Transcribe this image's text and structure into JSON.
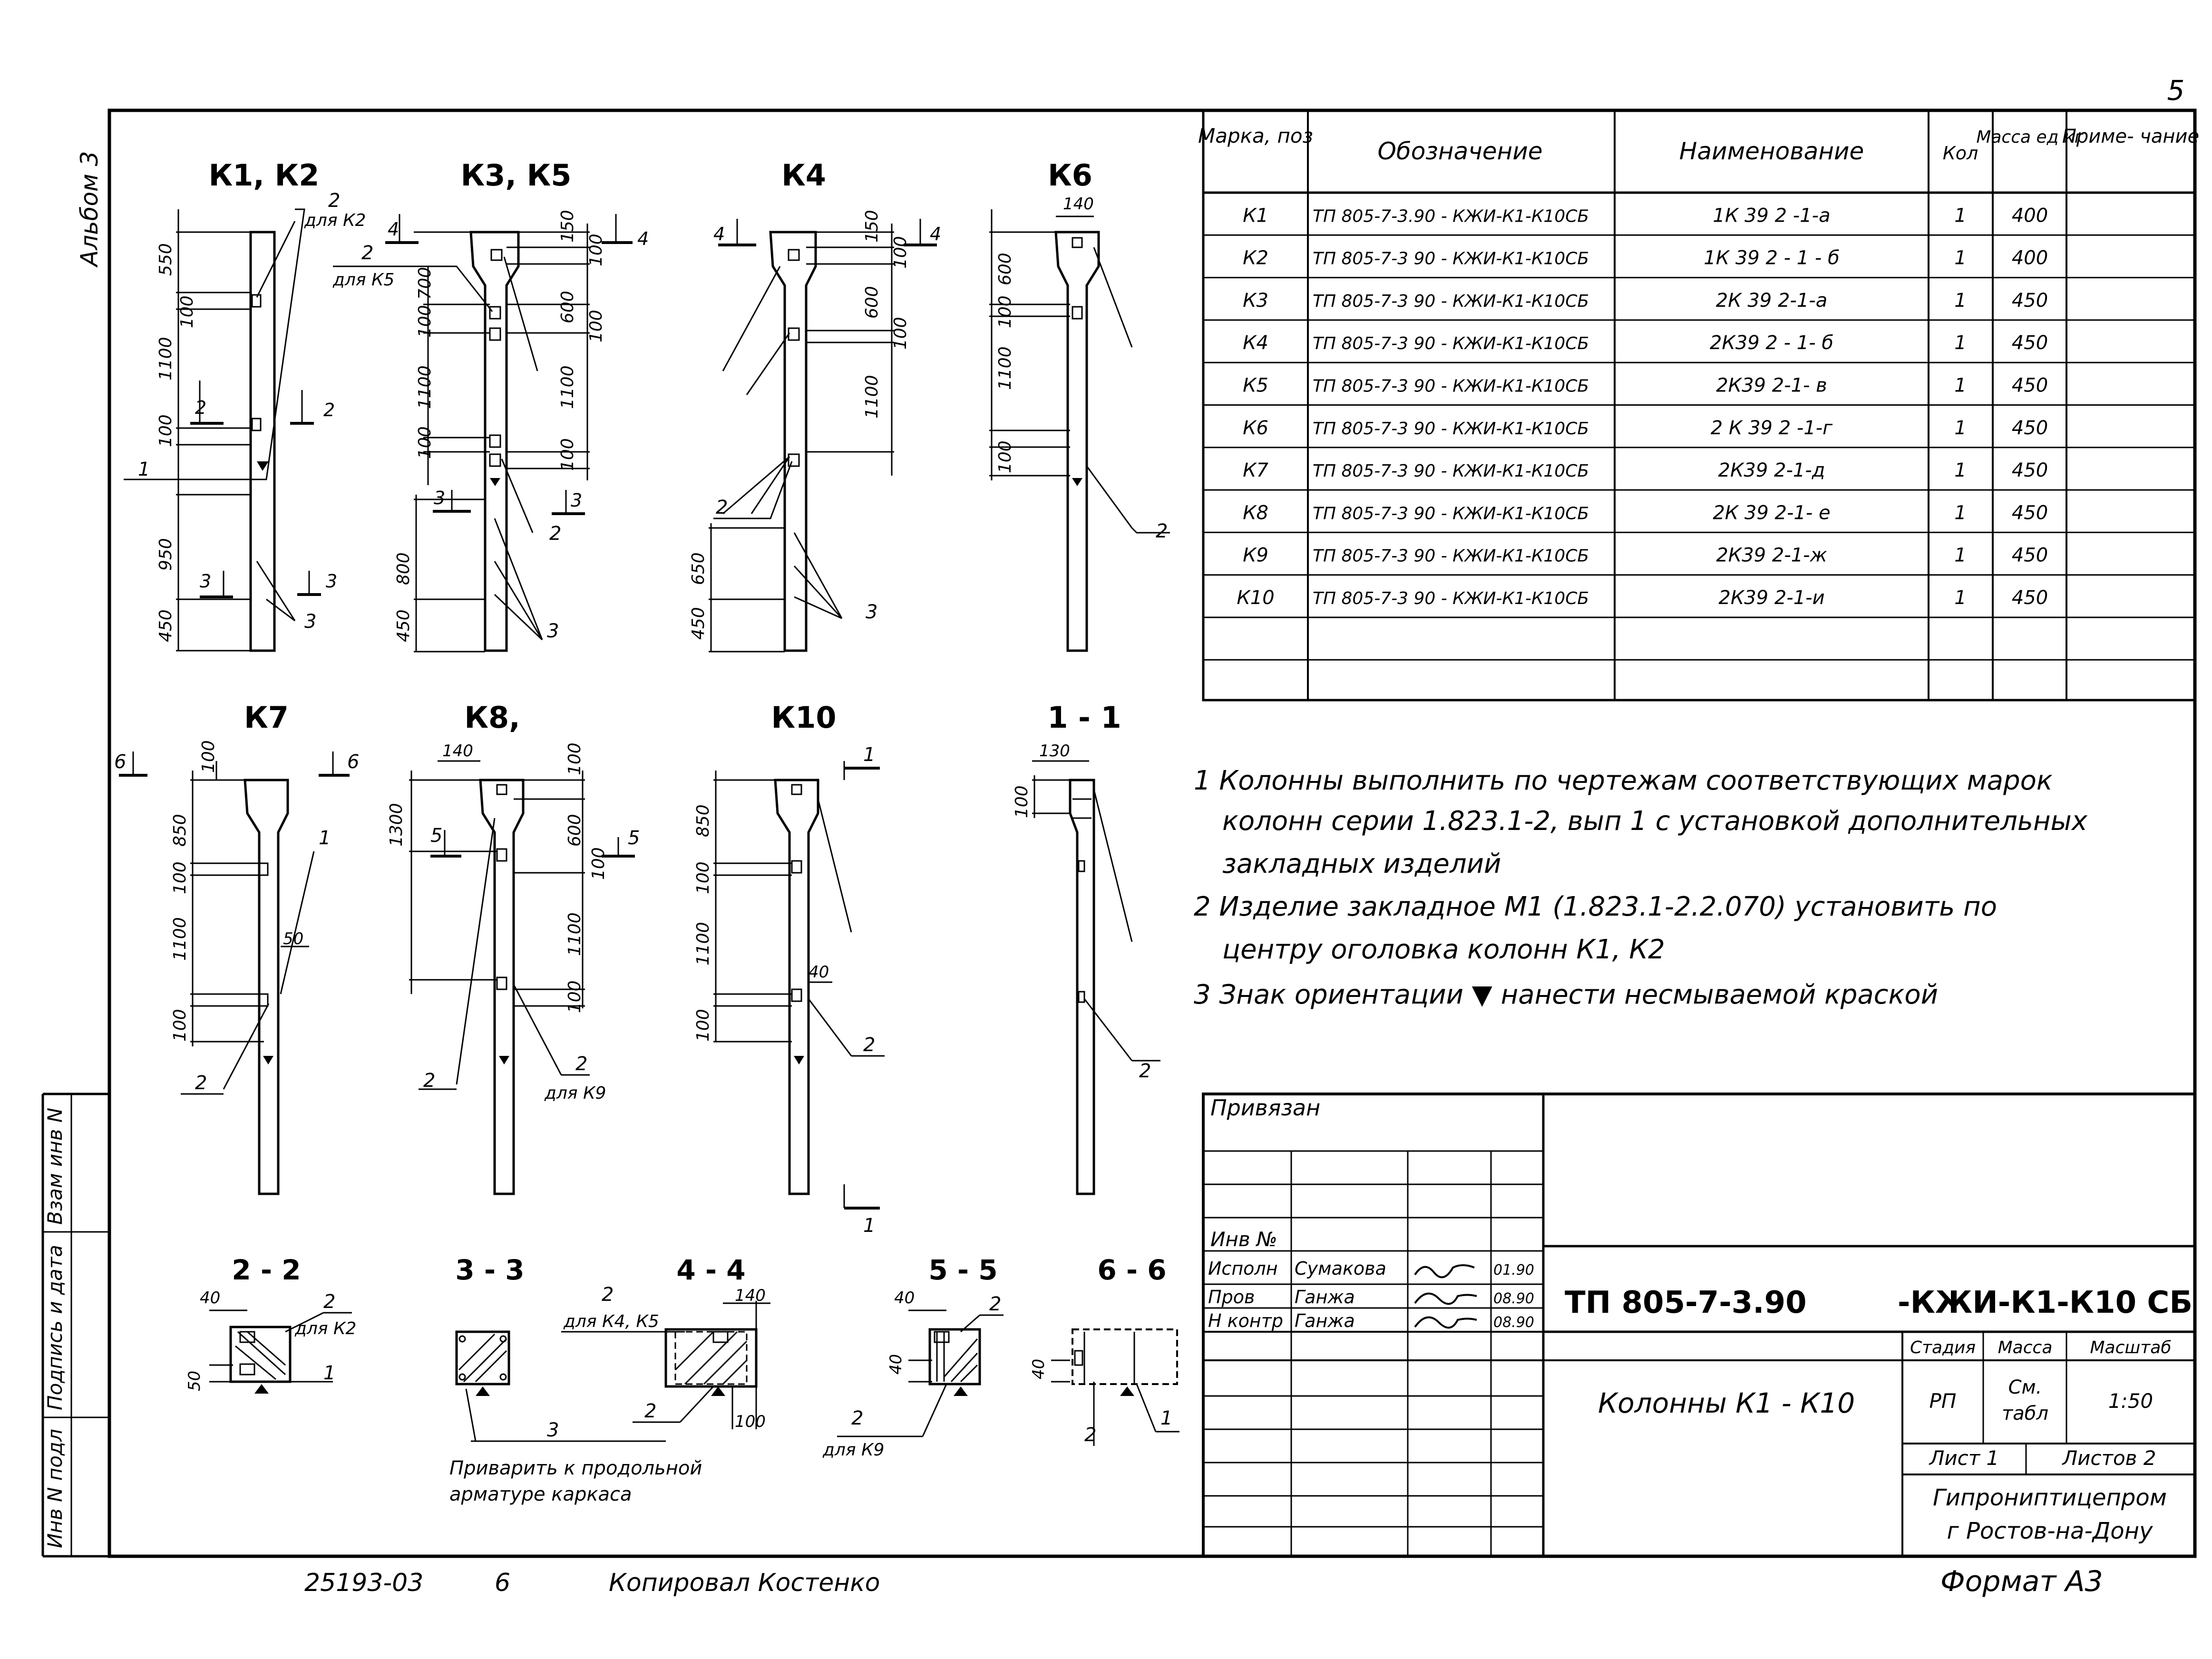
{
  "page_number": "5",
  "album_label": "Альбом 3",
  "columns_top": [
    {
      "title": "К1, К2",
      "dims": [
        "550",
        "100",
        "1100",
        "100",
        "950",
        "450"
      ]
    },
    {
      "title": "К3, К5",
      "dims": [
        "700",
        "100",
        "1100",
        "100",
        "800",
        "450"
      ],
      "dims_right": [
        "150",
        "100",
        "600",
        "100",
        "1100",
        "100"
      ]
    },
    {
      "title": "К4",
      "dims": [
        "650",
        "450"
      ],
      "dims_right": [
        "150",
        "100",
        "600",
        "100",
        "1100"
      ]
    },
    {
      "title": "К6",
      "dims": [
        "140",
        "600",
        "100",
        "1100",
        "100"
      ]
    }
  ],
  "columns_bottom": [
    {
      "title": "К7",
      "dims": [
        "100",
        "850",
        "100",
        "1100",
        "100",
        "50"
      ]
    },
    {
      "title": "К8,",
      "dims": [
        "140",
        "100",
        "1300",
        "600",
        "100",
        "1100",
        "100"
      ]
    },
    {
      "title": "К10",
      "dims": [
        "850",
        "100",
        "1100",
        "100",
        "40"
      ]
    },
    {
      "title": "1 - 1",
      "dims": [
        "130",
        "100"
      ]
    }
  ],
  "callouts": {
    "for_k2": "для К2",
    "for_k5": "для К5",
    "for_k4_k5": "для К4, К5",
    "for_k9": "для К9",
    "weld_note_1": "Приварить к продольной",
    "weld_note_2": "арматуре каркаса"
  },
  "section_marks": [
    "1",
    "2",
    "3",
    "4",
    "5",
    "6"
  ],
  "sections": [
    {
      "title": "2 - 2",
      "dims": [
        "40",
        "50"
      ]
    },
    {
      "title": "3 - 3",
      "dims": []
    },
    {
      "title": "4 - 4",
      "dims": [
        "140",
        "100"
      ]
    },
    {
      "title": "5 - 5",
      "dims": [
        "40",
        "40"
      ]
    },
    {
      "title": "6 - 6",
      "dims": [
        "40"
      ]
    }
  ],
  "spec_table": {
    "headers": [
      "Марка, поз",
      "Обозначение",
      "Наименование",
      "Кол",
      "Масса ед кг",
      "Приме- чание"
    ],
    "rows": [
      [
        "К1",
        "ТП 805-7-3.90 - КЖИ-К1-К10СБ",
        "1К 39 2 -1-а",
        "1",
        "400",
        ""
      ],
      [
        "К2",
        "ТП 805-7-3 90 - КЖИ-К1-К10СБ",
        "1К 39 2 - 1 - б",
        "1",
        "400",
        ""
      ],
      [
        "К3",
        "ТП 805-7-3 90 - КЖИ-К1-К10СБ",
        "2К 39 2-1-а",
        "1",
        "450",
        ""
      ],
      [
        "К4",
        "ТП 805-7-3 90 - КЖИ-К1-К10СБ",
        "2К39 2 - 1- б",
        "1",
        "450",
        ""
      ],
      [
        "К5",
        "ТП 805-7-3 90 - КЖИ-К1-К10СБ",
        "2К39 2-1- в",
        "1",
        "450",
        ""
      ],
      [
        "К6",
        "ТП 805-7-3 90 - КЖИ-К1-К10СБ",
        "2 К 39 2 -1-г",
        "1",
        "450",
        ""
      ],
      [
        "К7",
        "ТП 805-7-3 90 - КЖИ-К1-К10СБ",
        "2К39 2-1-д",
        "1",
        "450",
        ""
      ],
      [
        "К8",
        "ТП 805-7-3 90 - КЖИ-К1-К10СБ",
        "2К 39 2-1- е",
        "1",
        "450",
        ""
      ],
      [
        "К9",
        "ТП 805-7-3 90 - КЖИ-К1-К10СБ",
        "2К39 2-1-ж",
        "1",
        "450",
        ""
      ],
      [
        "К10",
        "ТП 805-7-3 90 - КЖИ-К1-К10СБ",
        "2К39 2-1-и",
        "1",
        "450",
        ""
      ],
      [
        "",
        "",
        "",
        "",
        "",
        ""
      ],
      [
        "",
        "",
        "",
        "",
        "",
        ""
      ]
    ]
  },
  "notes": [
    "1 Колонны выполнить по чертежам соответствующих марок",
    "колонн серии 1.823.1-2, вып 1 с установкой дополнительных",
    "закладных изделий",
    "2 Изделие закладное М1 (1.823.1-2.2.070) установить по",
    "центру оголовка колонн К1, К2",
    "3 Знак ориентации ▼ нанести несмываемой краской"
  ],
  "title_block": {
    "bound_label": "Привязан",
    "inv_label": "Инв №",
    "signers": [
      {
        "role": "Исполн",
        "name": "Сумакова",
        "date": "01.90"
      },
      {
        "role": "Пров",
        "name": "Ганжа",
        "date": "08.90"
      },
      {
        "role": "Н контр",
        "name": "Ганжа",
        "date": "08.90"
      }
    ],
    "doc_code": "ТП 805-7-3.90",
    "doc_suffix": "-КЖИ-К1-К10 СБ",
    "sheet_title": "Колонны К1 - К10",
    "stage_label": "Стадия",
    "mass_label": "Масса",
    "scale_label": "Масштаб",
    "stage": "РП",
    "mass_1": "См.",
    "mass_2": "табл",
    "scale": "1:50",
    "sheet_label": "Лист 1",
    "sheets_label": "Листов 2",
    "org_1": "Гипрониптицепром",
    "org_2": "г Ростов-на-Дону"
  },
  "side_stamp": [
    "Взам инв N",
    "Подпись и дата",
    "Инв N подл"
  ],
  "bottom_line": {
    "number": "25193-03",
    "copy_num": "6",
    "copied_by": "Копировал Костенко",
    "format": "Формат А3"
  }
}
